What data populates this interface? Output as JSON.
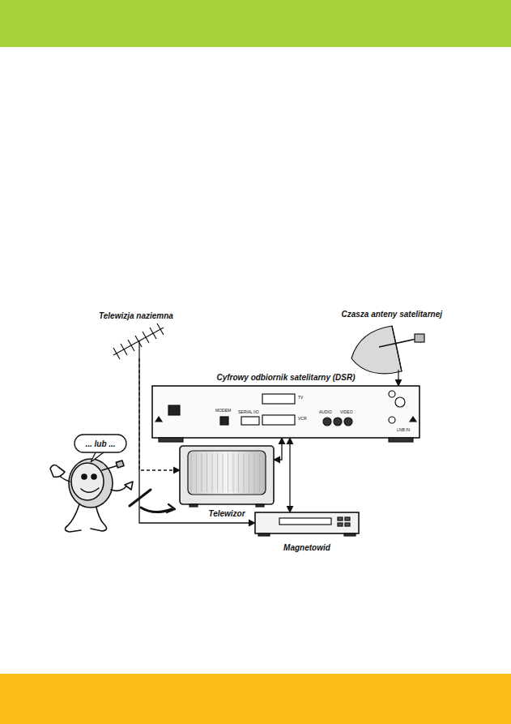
{
  "diagram": {
    "nodes": [
      {
        "text": [
          "Telewizja naziemna"
        ]
      },
      {
        "text": [
          "Czasza anteny satelitarnej"
        ]
      },
      {
        "text": [
          "Cyfrowy odbiornik satelitarny (DSR)"
        ]
      },
      {
        "text": [
          "... lub ..."
        ]
      },
      {
        "text": [
          "Telewizor"
        ]
      },
      {
        "text": [
          "Magnetowid"
        ]
      }
    ],
    "edges": [
      {
        "from": 1,
        "to": 2,
        "arrow": "to"
      },
      {
        "from": 2,
        "to": 4,
        "arrow": "both"
      },
      {
        "from": 2,
        "to": 5,
        "arrow": "both"
      },
      {
        "from": 0,
        "to": 4,
        "arrow": "to"
      },
      {
        "from": 0,
        "to": 5,
        "arrow": "to"
      }
    ],
    "labels": [
      "MODEM",
      "SERIAL I/O",
      "TV",
      "VCR",
      "AUDIO",
      "VIDEO",
      "LNB IN"
    ]
  }
}
